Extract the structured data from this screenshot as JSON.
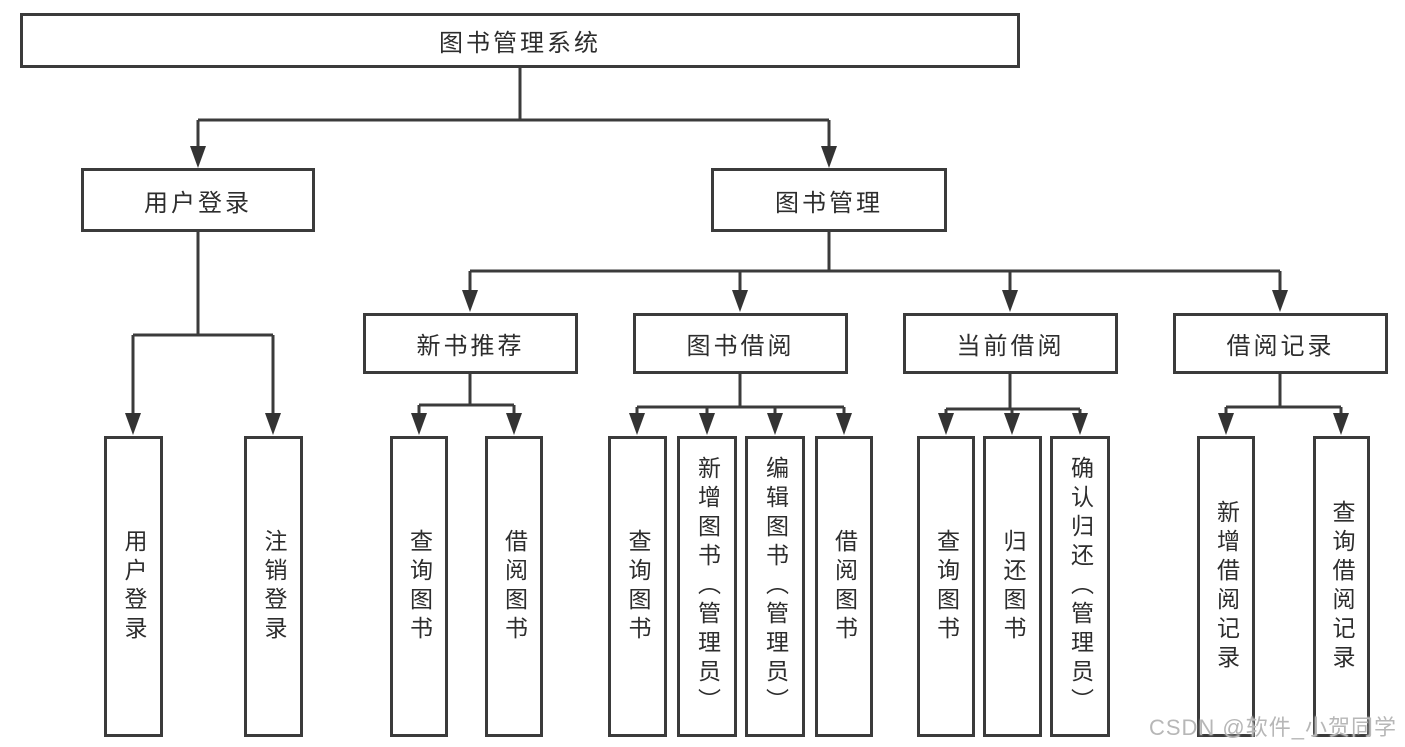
{
  "tree": {
    "root": "图书管理系统",
    "children": [
      {
        "label": "用户登录",
        "children": [
          {
            "label": "用户登录"
          },
          {
            "label": "注销登录"
          }
        ]
      },
      {
        "label": "图书管理",
        "children": [
          {
            "label": "新书推荐",
            "children": [
              {
                "label": "查询图书"
              },
              {
                "label": "借阅图书"
              }
            ]
          },
          {
            "label": "图书借阅",
            "children": [
              {
                "label": "查询图书"
              },
              {
                "label": "新增图书（管理员）"
              },
              {
                "label": "编辑图书（管理员）"
              },
              {
                "label": "借阅图书"
              }
            ]
          },
          {
            "label": "当前借阅",
            "children": [
              {
                "label": "查询图书"
              },
              {
                "label": "归还图书"
              },
              {
                "label": "确认归还（管理员）"
              }
            ]
          },
          {
            "label": "借阅记录",
            "children": [
              {
                "label": "新增借阅记录"
              },
              {
                "label": "查询借阅记录"
              }
            ]
          }
        ]
      }
    ]
  },
  "watermark": "CSDN @软件_小贺同学",
  "colors": {
    "line": "#3b3b3b",
    "box_border": "#3b3b3b",
    "text": "#2d2d2d",
    "watermark": "#b7b7b7",
    "background": "#ffffff"
  }
}
